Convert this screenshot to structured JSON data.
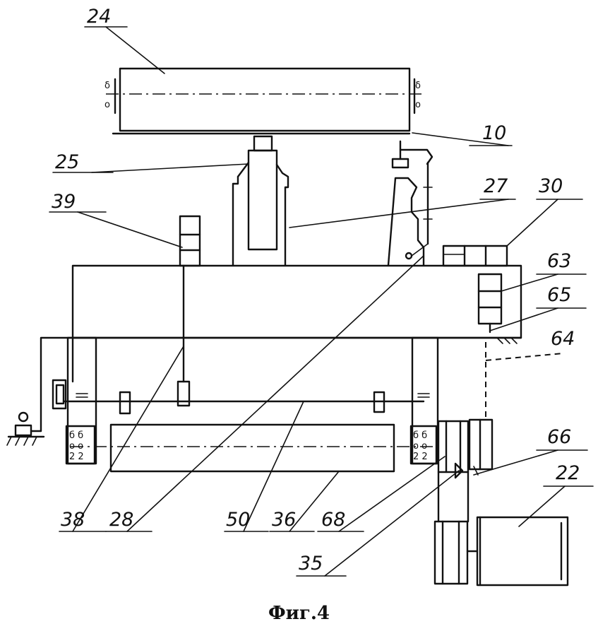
{
  "caption": "Фиг.4",
  "labels": {
    "l24": "24",
    "l10": "10",
    "l25": "25",
    "l27": "27",
    "l39": "39",
    "l30": "30",
    "l63": "63",
    "l65": "65",
    "l64": "64",
    "l66": "66",
    "l22": "22",
    "l38": "38",
    "l28": "28",
    "l50": "50",
    "l36": "36",
    "l68": "68",
    "l35": "35"
  },
  "bearing_marks": {
    "upper": "δ/α",
    "lower": "δδ/ɑɑ"
  }
}
